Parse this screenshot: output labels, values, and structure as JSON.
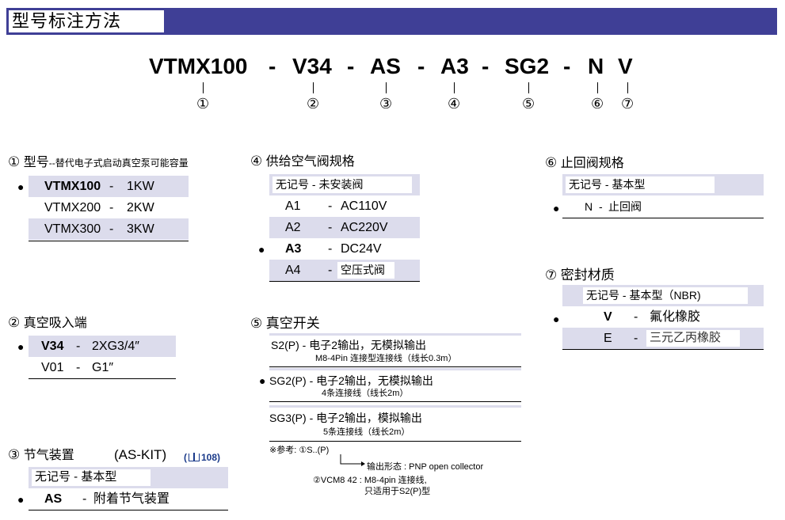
{
  "header": {
    "title": "型号标注方法"
  },
  "model": {
    "parts": [
      "VTMX100",
      "-",
      "V34",
      "-",
      "AS",
      "-",
      "A3",
      "-",
      "SG2",
      "-",
      "N",
      "V"
    ],
    "markers": [
      "①",
      "②",
      "③",
      "④",
      "⑤",
      "⑥",
      "⑦"
    ]
  },
  "sec1": {
    "num": "①",
    "title": "型号",
    "desc": "--替代电子式启动真空泵可能容量",
    "rows": [
      {
        "code": "VTMX100",
        "dash": "-",
        "value": "1KW"
      },
      {
        "code": "VTMX200",
        "dash": "-",
        "value": "2KW"
      },
      {
        "code": "VTMX300",
        "dash": "-",
        "value": "3KW"
      }
    ]
  },
  "sec2": {
    "num": "②",
    "title": "真空吸入端",
    "rows": [
      {
        "code": "V34",
        "dash": "-",
        "value": "2XG3/4″"
      },
      {
        "code": "V01",
        "dash": "-",
        "value": "G1″"
      }
    ]
  },
  "sec3": {
    "num": "③",
    "title": "节气装置",
    "code": "(AS-KIT)",
    "ref": "108",
    "rows": [
      {
        "text": "无记号 - 基本型"
      },
      {
        "code": "AS",
        "dash": "-",
        "value": "附着节气装置"
      }
    ]
  },
  "sec4": {
    "num": "④",
    "title": "供给空气阀规格",
    "none": "无记号 - 未安装阀",
    "rows": [
      {
        "code": "A1",
        "dash": "-",
        "value": "AC110V"
      },
      {
        "code": "A2",
        "dash": "-",
        "value": "AC220V"
      },
      {
        "code": "A3",
        "dash": "-",
        "value": "DC24V"
      },
      {
        "code": "A4",
        "dash": "-",
        "value": "空压式阀"
      }
    ]
  },
  "sec5": {
    "num": "⑤",
    "title": "真空开关",
    "rows": [
      {
        "main": "S2(P) - 电子2输出，无模拟输出",
        "sub": "M8-4Pin 连接型连接线（线长0.3m）"
      },
      {
        "main": "SG2(P) - 电子2输出，无模拟输出",
        "sub": "4条连接线（线长2m）"
      },
      {
        "main": "SG3(P) - 电子2输出，模拟输出",
        "sub": "5条连接线（线长2m）"
      }
    ],
    "notes": {
      "ref": "※参考: ①S..(P)",
      "output": "输出形态 : PNP open collector",
      "vcm_label": "②VCM8 42 : M8-4pin 连接线,",
      "vcm_sub": "只适用于S2(P)型"
    }
  },
  "sec6": {
    "num": "⑥",
    "title": "止回阀规格",
    "none": "无记号 - 基本型",
    "row": {
      "code": "N",
      "dash": "-",
      "value": "止回阀"
    }
  },
  "sec7": {
    "num": "⑦",
    "title": "密封材质",
    "none": "无记号 - 基本型（NBR)",
    "rows": [
      {
        "code": "V",
        "dash": "-",
        "value": "氟化橡胶"
      },
      {
        "code": "E",
        "dash": "-",
        "value": "三元乙丙橡胶"
      }
    ]
  },
  "bullet": "●"
}
